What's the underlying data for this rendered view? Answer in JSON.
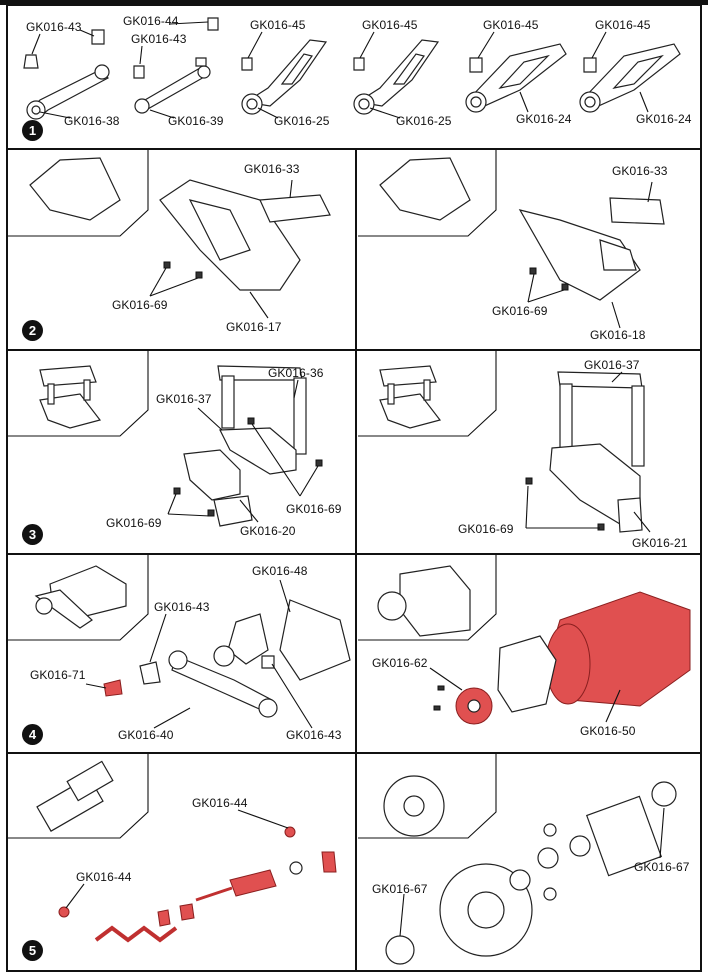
{
  "sections": [
    {
      "number": "1",
      "labels": [
        "GK016-43",
        "GK016-44",
        "GK016-43",
        "GK016-45",
        "GK016-45",
        "GK016-45",
        "GK016-45",
        "GK016-38",
        "GK016-39",
        "GK016-25",
        "GK016-25",
        "GK016-24",
        "GK016-24"
      ]
    },
    {
      "number": "2",
      "left": [
        "GK016-33",
        "GK016-69",
        "GK016-17"
      ],
      "right": [
        "GK016-33",
        "GK016-69",
        "GK016-18"
      ]
    },
    {
      "number": "3",
      "left": [
        "GK016-36",
        "GK016-37",
        "GK016-69",
        "GK016-69",
        "GK016-20"
      ],
      "right": [
        "GK016-37",
        "GK016-69",
        "GK016-21"
      ]
    },
    {
      "number": "4",
      "left": [
        "GK016-48",
        "GK016-43",
        "GK016-71",
        "GK016-40",
        "GK016-43"
      ],
      "right": [
        "GK016-62",
        "GK016-50"
      ]
    },
    {
      "number": "5",
      "left": [
        "GK016-44",
        "GK016-44"
      ],
      "right": [
        "GK016-67",
        "GK016-67"
      ]
    }
  ],
  "colors": {
    "highlight": "#e05050",
    "line": "#111111"
  }
}
